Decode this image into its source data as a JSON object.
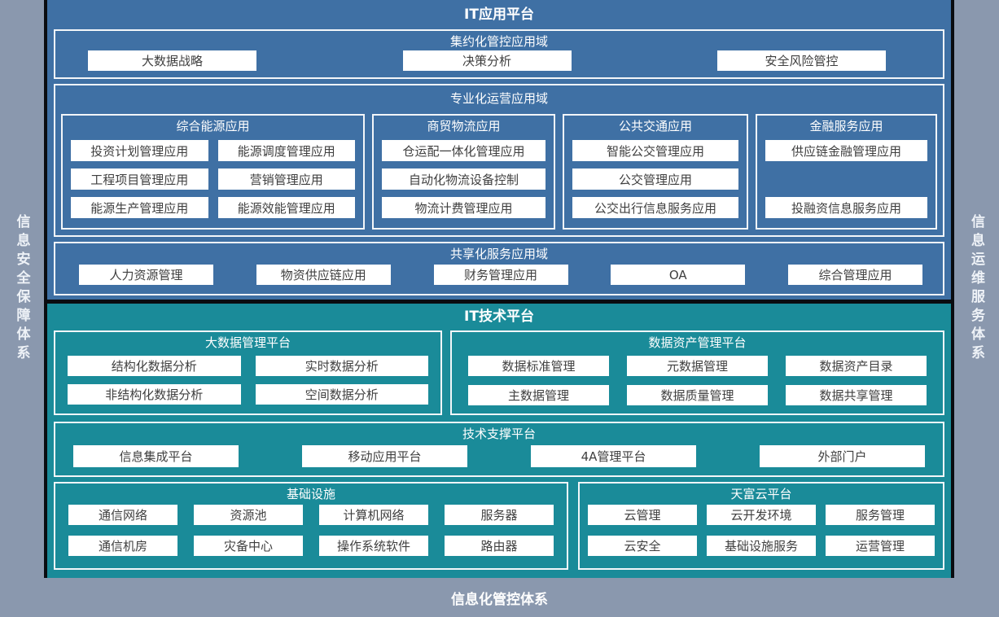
{
  "colors": {
    "background_gray": "#8a98ae",
    "backdrop_black": "#0a0c10",
    "app_platform_blue": "#3f70a4",
    "tech_platform_teal": "#1a8b99",
    "box_fill_white": "#ffffff",
    "box_text_gray": "#3f3f3f",
    "border_white": "#f3f6f9"
  },
  "frame": {
    "left_system": "信息安全保障体系",
    "right_system": "信息运维服务体系",
    "bottom_system": "信息化管控体系"
  },
  "app_platform": {
    "title": "IT应用平台",
    "centralized_domain": {
      "title": "集约化管控应用域",
      "items": [
        "大数据战略",
        "决策分析",
        "安全风险管控"
      ]
    },
    "specialized_domain": {
      "title": "专业化运营应用域",
      "energy_group": {
        "title": "综合能源应用",
        "items": [
          "投资计划管理应用",
          "能源调度管理应用",
          "工程项目管理应用",
          "营销管理应用",
          "能源生产管理应用",
          "能源效能管理应用"
        ]
      },
      "logistics_group": {
        "title": "商贸物流应用",
        "items": [
          "仓运配一体化管理应用",
          "自动化物流设备控制",
          "物流计费管理应用"
        ]
      },
      "transport_group": {
        "title": "公共交通应用",
        "items": [
          "智能公交管理应用",
          "公交管理应用",
          "公交出行信息服务应用"
        ]
      },
      "finance_group": {
        "title": "金融服务应用",
        "items": [
          "供应链金融管理应用",
          "投融资信息服务应用"
        ]
      }
    },
    "shared_domain": {
      "title": "共享化服务应用域",
      "items": [
        "人力资源管理",
        "物资供应链应用",
        "财务管理应用",
        "OA",
        "综合管理应用"
      ]
    }
  },
  "tech_platform": {
    "title": "IT技术平台",
    "bigdata_platform": {
      "title": "大数据管理平台",
      "items": [
        "结构化数据分析",
        "实时数据分析",
        "非结构化数据分析",
        "空间数据分析"
      ]
    },
    "data_asset_platform": {
      "title": "数据资产管理平台",
      "items": [
        "数据标准管理",
        "元数据管理",
        "数据资产目录",
        "主数据管理",
        "数据质量管理",
        "数据共享管理"
      ]
    },
    "support_platform": {
      "title": "技术支撑平台",
      "items": [
        "信息集成平台",
        "移动应用平台",
        "4A管理平台",
        "外部门户"
      ]
    },
    "infrastructure": {
      "title": "基础设施",
      "items": [
        "通信网络",
        "资源池",
        "计算机网络",
        "服务器",
        "通信机房",
        "灾备中心",
        "操作系统软件",
        "路由器"
      ]
    },
    "cloud_platform": {
      "title": "天富云平台",
      "items": [
        "云管理",
        "云开发环境",
        "服务管理",
        "云安全",
        "基础设施服务",
        "运营管理"
      ]
    }
  }
}
